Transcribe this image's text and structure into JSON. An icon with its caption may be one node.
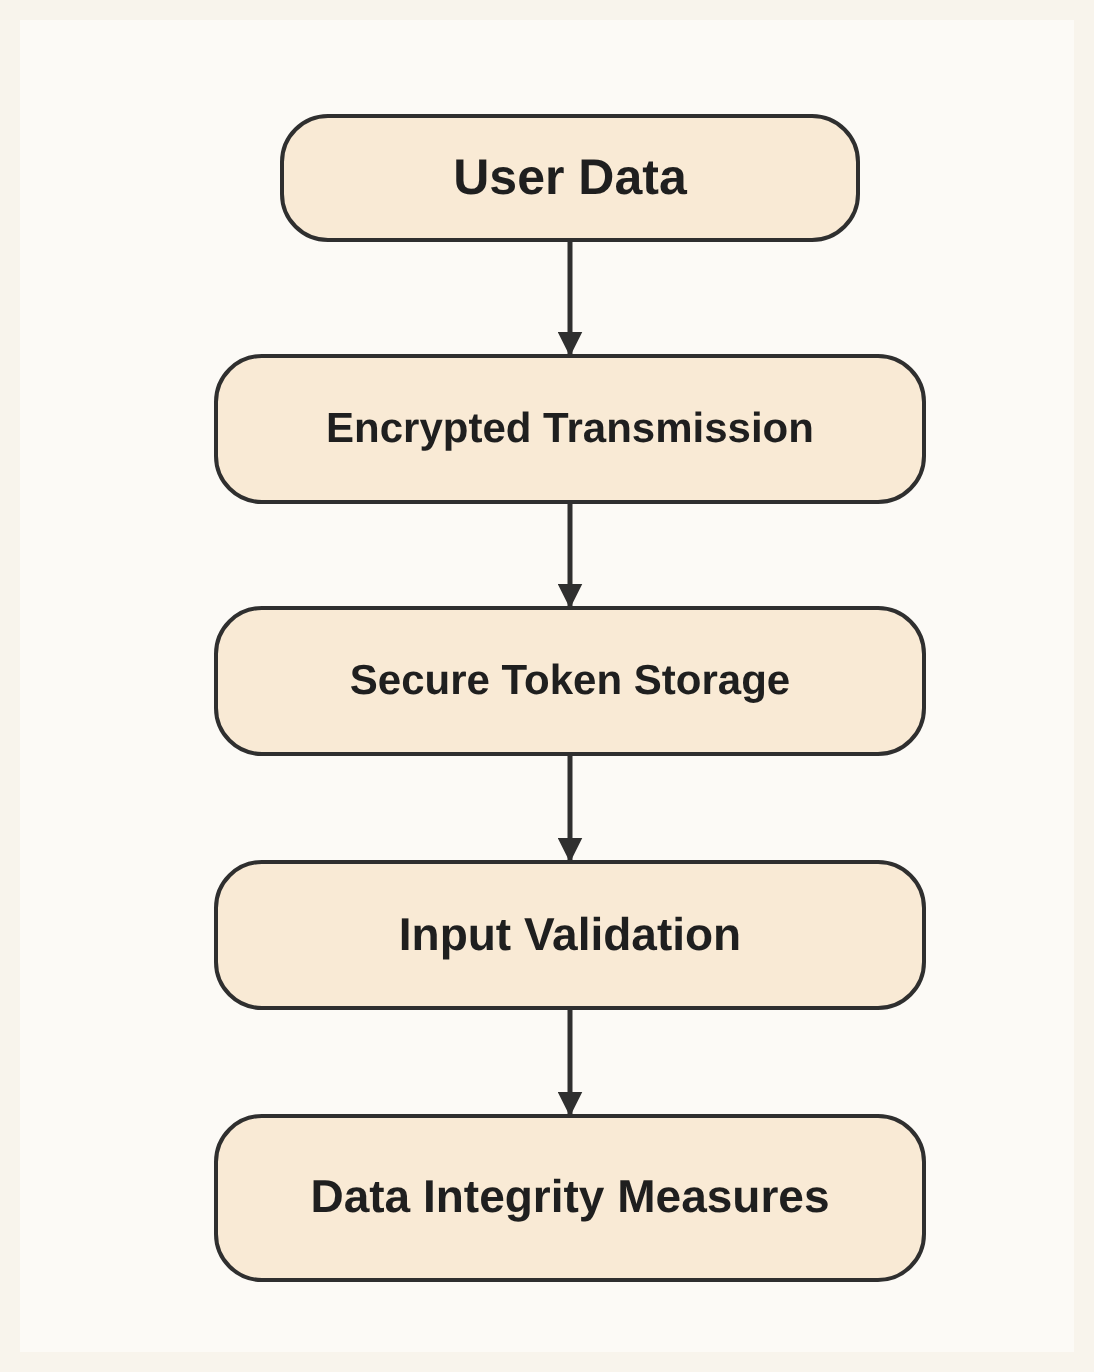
{
  "diagram": {
    "nodes": [
      {
        "text": [
          "User Data"
        ]
      },
      {
        "text": [
          "Encrypted Transmission"
        ]
      },
      {
        "text": [
          "Secure Token Storage"
        ]
      },
      {
        "text": [
          "Input Validation"
        ]
      },
      {
        "text": [
          "Data Integrity Measures"
        ]
      }
    ],
    "edges": [
      {
        "from": 0,
        "to": 1,
        "arrow": "to"
      },
      {
        "from": 1,
        "to": 2,
        "arrow": "to"
      },
      {
        "from": 2,
        "to": 3,
        "arrow": "to"
      },
      {
        "from": 3,
        "to": 4,
        "arrow": "to"
      }
    ]
  }
}
